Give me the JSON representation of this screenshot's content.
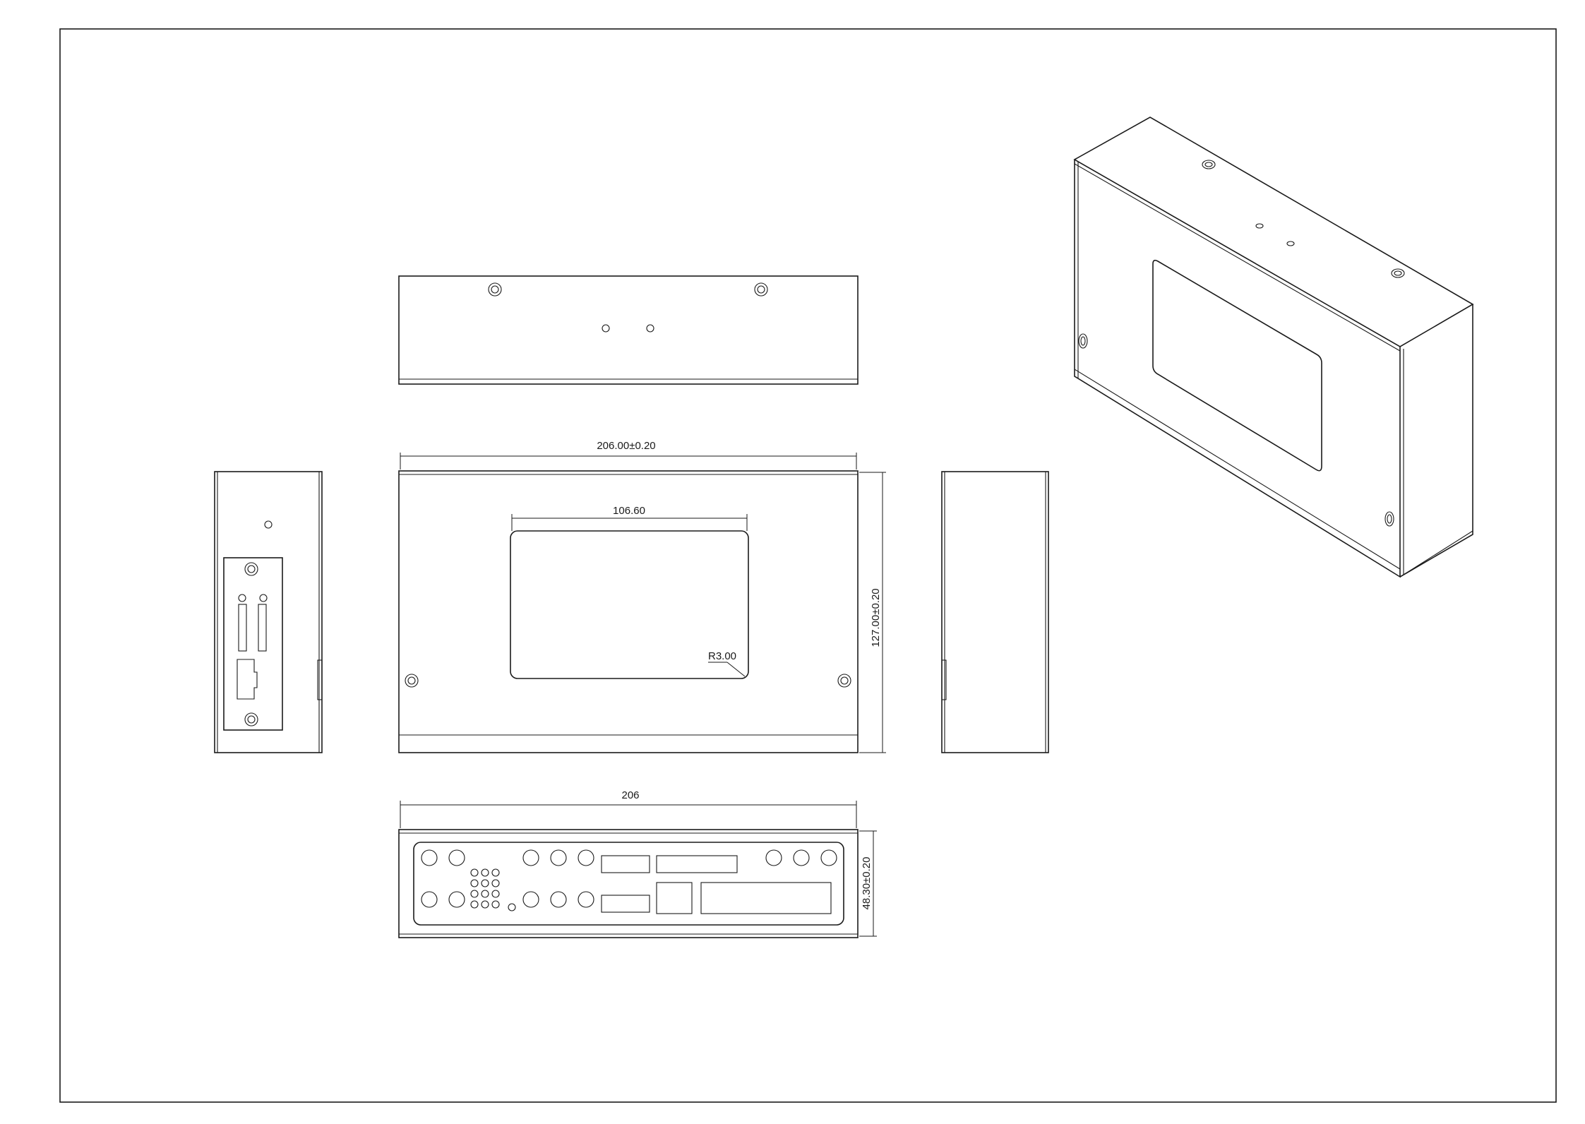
{
  "drawing": {
    "colors": {
      "line": "#1a1a1a",
      "paper": "#ffffff"
    },
    "dimensions": {
      "width_tol": "206.00±0.20",
      "window_width": "106.60",
      "corner_radius": "R3.00",
      "height_tol": "127.00±0.20",
      "bottom_width": "206",
      "depth_tol": "48.30±0.20"
    }
  }
}
